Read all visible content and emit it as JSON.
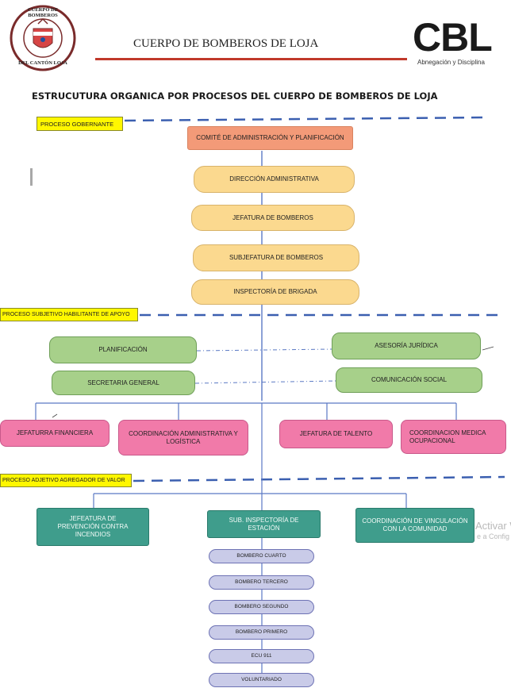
{
  "header": {
    "seal_text_top": "CUERPO DE BOMBEROS",
    "seal_text_bottom": "DEL CANTÓN LOJA",
    "org_name": "CUERPO DE BOMBEROS DE LOJA",
    "logo_letters": "CBL",
    "logo_tagline": "Abnegación y Disciplina"
  },
  "title": "ESTRUCUTURA ORGANICA POR PROCESOS DEL CUERPO DE BOMBEROS DE LOJA",
  "sections": {
    "gobernante": "PROCESO GOBERNANTE",
    "habilitante": "PROCESO SUBJETIVO HABILITANTE DE APOYO",
    "agregador": "PROCESO ADJETIVO AGREGADOR DE VALOR"
  },
  "gobernante_units": {
    "comite": "COMITÉ DE ADMINISTRACIÓN Y PLANIFICACIÓN",
    "direccion": "DIRECCIÓN ADMINISTRATIVA",
    "jefatura": "JEFATURA DE BOMBEROS",
    "subjefatura": "SUBJEFATURA DE BOMBEROS",
    "inspectoria": "INSPECTORÍA DE BRIGADA"
  },
  "apoyo_units": {
    "planificacion": "PLANIFICACIÓN",
    "asesoria": "ASESORÍA JURÍDICA",
    "secretaria": "SECRETARIA GENERAL",
    "comunicacion": "COMUNICACIÓN SOCIAL",
    "financiera": "JEFATURRA FINANCIERA",
    "coord_admin": "COORDINACIÓN ADMINISTRATIVA Y LOGÍSTICA",
    "talento": "JEFATURA DE TALENTO",
    "medica": "COORDINACION MEDICA OCUPACIONAL"
  },
  "valor_units": {
    "prevencion": "JEFEATURA DE PREVENCIÓN CONTRA INCENDIOS",
    "sub_inspectoria": "SUB. INSPECTORÍA DE ESTACIÓN",
    "vinculacion": "COORDINACIÓN DE VINCULACIÓN CON LA COMUNIDAD"
  },
  "ranks": [
    "BOMBERO CUARTO",
    "BOMBERO TERCERO",
    "BOMBERO SEGUNDO",
    "BOMBERO PRIMERO",
    "ECU 911",
    "VOLUNTARIADO"
  ],
  "watermark": {
    "line1": "Activar W",
    "line2": "e a Config"
  },
  "colors": {
    "dash_line": "#3b5fb0",
    "connector": "#5b79c4",
    "title_red": "#c0392b"
  }
}
